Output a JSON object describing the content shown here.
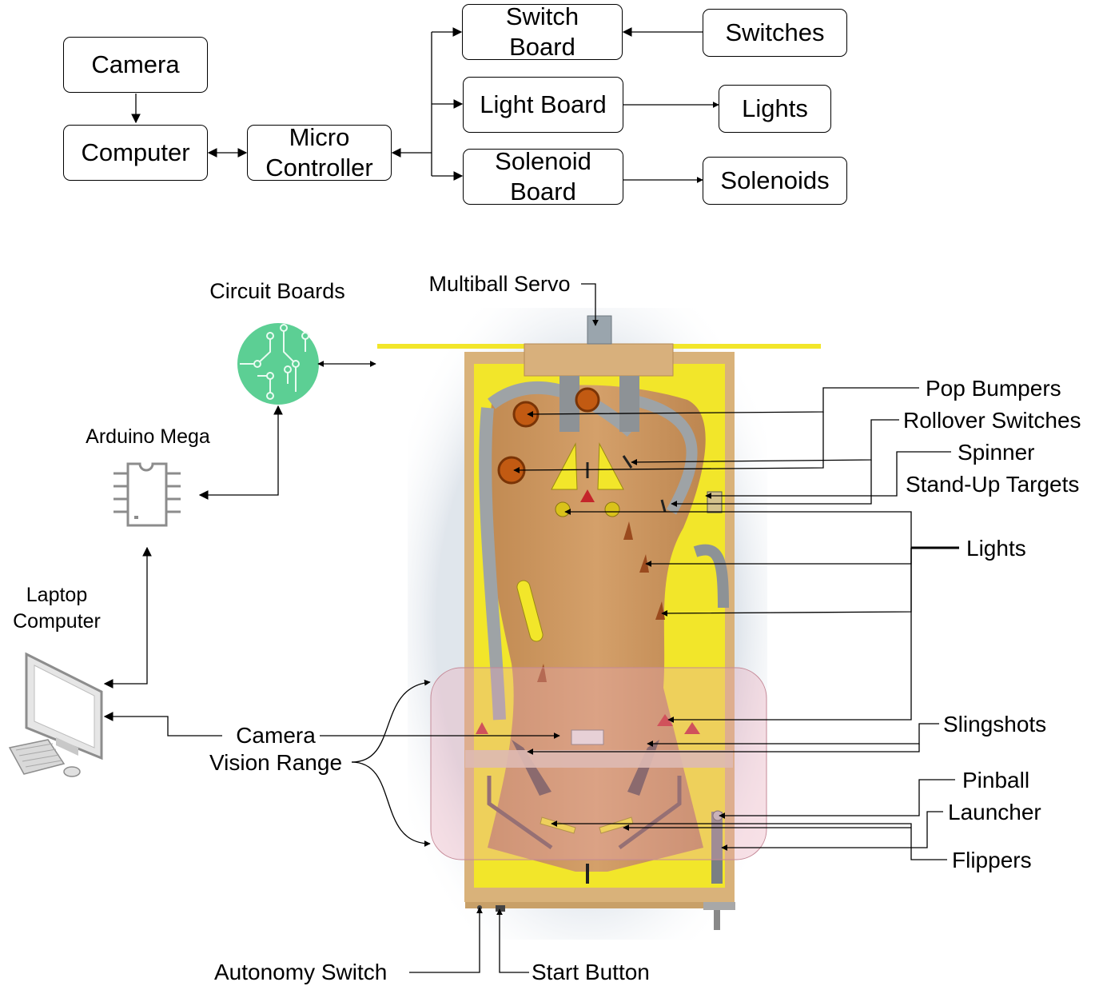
{
  "block_diagram": {
    "camera": "Camera",
    "computer": "Computer",
    "micro_controller": "Micro\nController",
    "switch_board": "Switch\nBoard",
    "light_board": "Light Board",
    "solenoid_board": "Solenoid\nBoard",
    "switches": "Switches",
    "lights": "Lights",
    "solenoids": "Solenoids"
  },
  "setup_diagram": {
    "circuit_boards": "Circuit Boards",
    "arduino_mega": "Arduino Mega",
    "laptop_computer": "Laptop\nComputer",
    "camera_vision_range": "Camera\nVision Range",
    "multiball_servo": "Multiball Servo",
    "pop_bumpers": "Pop Bumpers",
    "rollover_switches": "Rollover Switches",
    "spinner": "Spinner",
    "stand_up_targets": "Stand-Up Targets",
    "lights": "Lights",
    "slingshots": "Slingshots",
    "pinball": "Pinball",
    "launcher": "Launcher",
    "flippers": "Flippers",
    "autonomy_switch": "Autonomy Switch",
    "start_button": "Start Button"
  },
  "colors": {
    "playfield_yellow": "#f2e62a",
    "wood": "#c8965a",
    "cabinet_edge": "#d9b27a",
    "vision_overlay": "#e8a6b6",
    "circuit_green": "#5ccf94",
    "chip_gray": "#8c8c8c",
    "red_target": "#c4252a"
  },
  "icons": {
    "circuit": "circuit-board-icon",
    "chip": "microchip-icon",
    "laptop": "desktop-computer-icon"
  }
}
